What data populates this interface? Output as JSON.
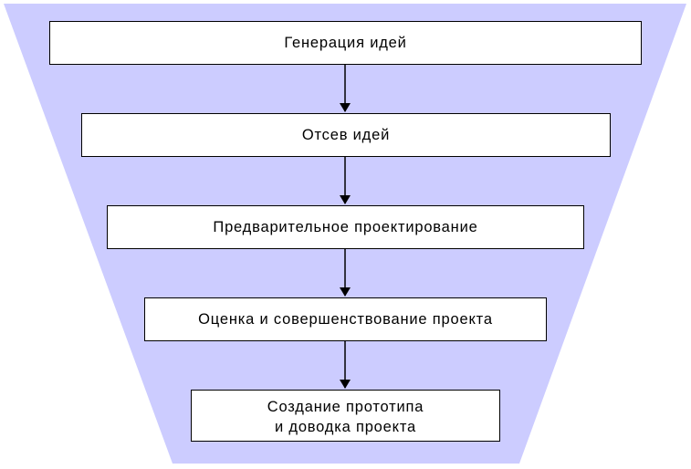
{
  "diagram": {
    "colors": {
      "funnel_fill": "#ccccff",
      "box_fill": "#ffffff",
      "stroke": "#000000"
    },
    "stages": [
      {
        "label": "Генерация идей"
      },
      {
        "label": "Отсев идей"
      },
      {
        "label": "Предварительное проектирование"
      },
      {
        "label": "Оценка и совершенствование проекта"
      },
      {
        "label": "Создание прототипа\nи доводка проекта"
      }
    ]
  }
}
